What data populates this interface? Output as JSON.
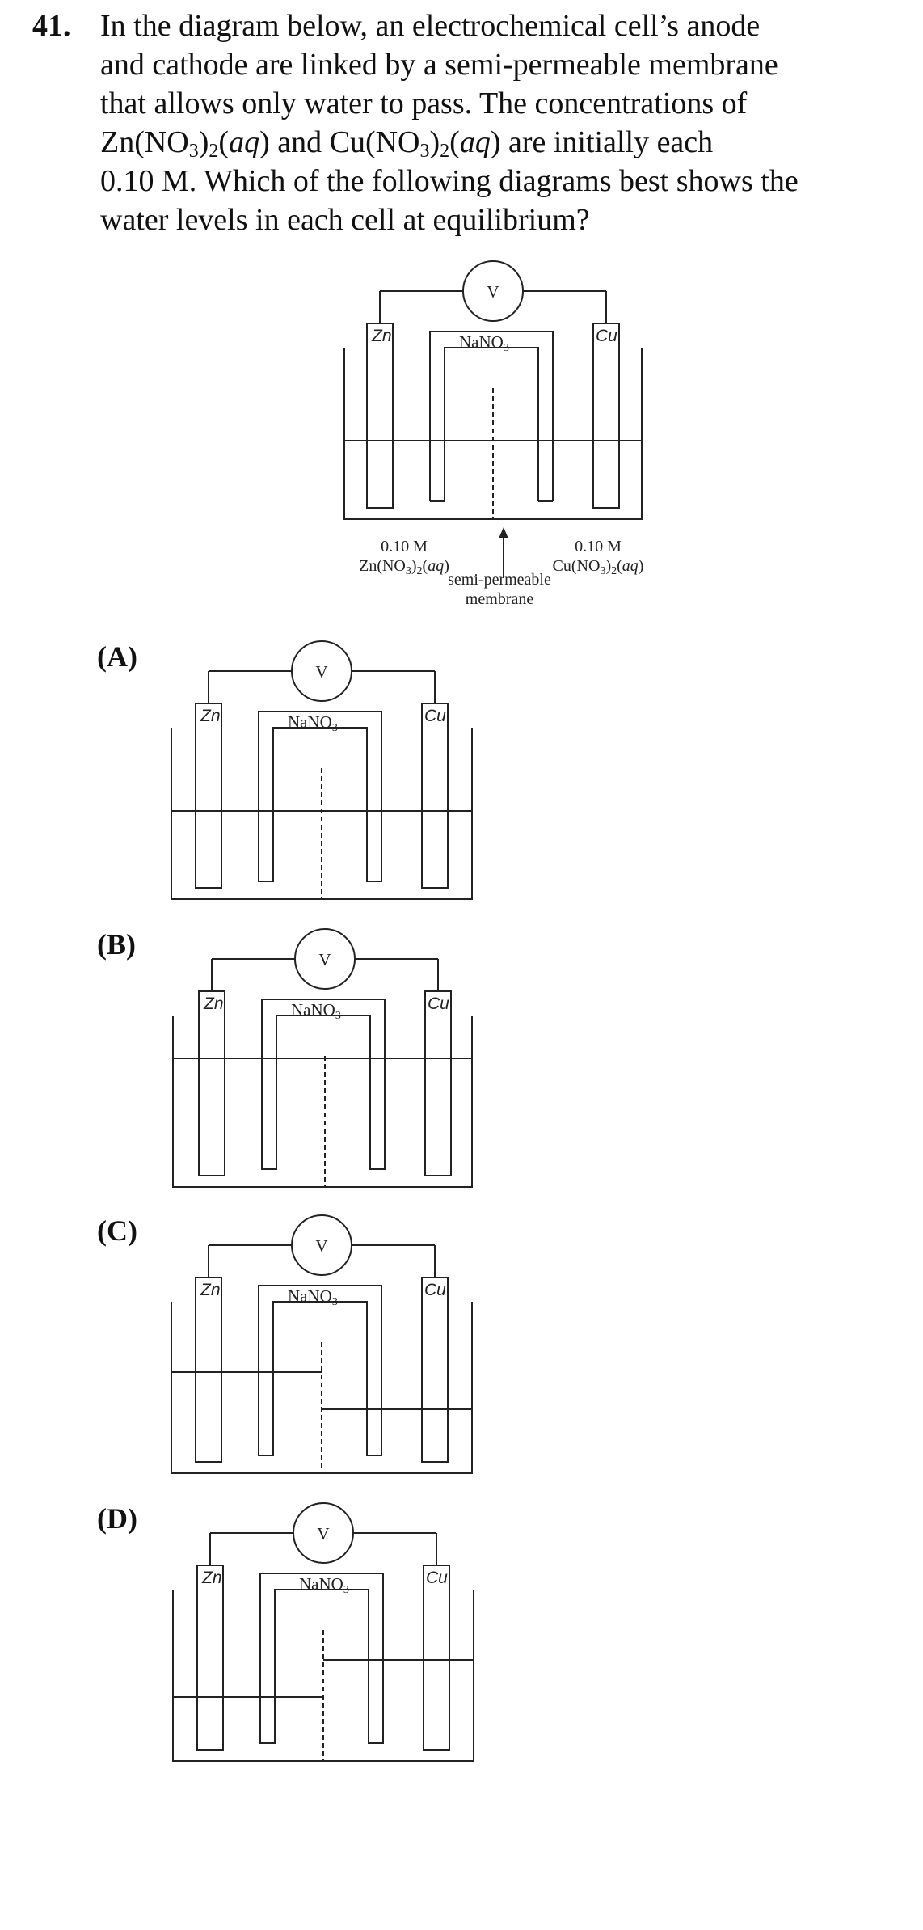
{
  "question": {
    "number": "41.",
    "text_lines": [
      "In the diagram below, an electrochemical cell’s anode",
      "and cathode are linked by a semi-permeable membrane",
      "that allows only water to pass. The concentrations of"
    ],
    "line4": {
      "zn_salt": "Zn(NO",
      "sub3": "3",
      "sub2": "2",
      "aq": "aq",
      "and": "and Cu(NO",
      "tail": "are initially each"
    },
    "text_lines_end": [
      "0.10 M. Which of the following diagrams best shows the",
      "water levels in each cell at equilibrium?"
    ]
  },
  "diagram": {
    "voltmeter": "V",
    "anode": "Zn",
    "cathode": "Cu",
    "salt_bridge": "NaNO",
    "salt_bridge_sub": "3",
    "left_conc": "0.10 M",
    "right_conc": "0.10 M",
    "left_soln": "Zn(NO",
    "right_soln": "Cu(NO",
    "aq": "aq",
    "membrane_label_1": "semi-permeable",
    "membrane_label_2": "membrane"
  },
  "options": [
    {
      "letter": "(A)",
      "levels": "equal, same as initial"
    },
    {
      "letter": "(B)",
      "levels": "equal, higher than initial"
    },
    {
      "letter": "(C)",
      "levels": "Zn side higher, Cu side lower"
    },
    {
      "letter": "(D)",
      "levels": "Zn side lower, Cu side higher"
    }
  ]
}
